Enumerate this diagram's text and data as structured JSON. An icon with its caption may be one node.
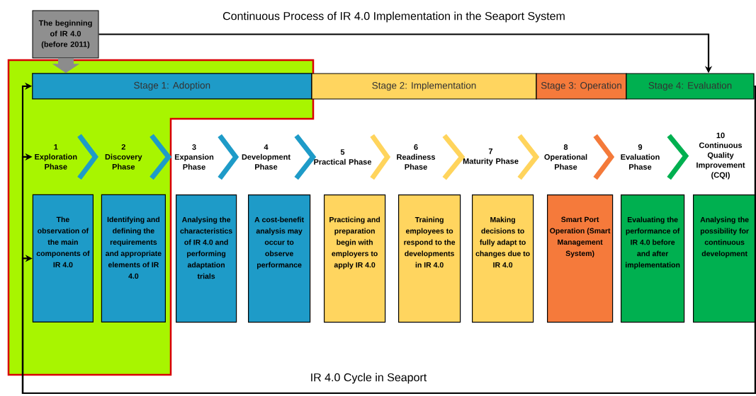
{
  "diagram": {
    "title": "Continuous Process of IR 4.0 Implementation in the Seaport System",
    "caption": "IR 4.0 Cycle in Seaport",
    "nodes": [
      {
        "text": [
          "The beginning of IR 4.0 (before 2011)"
        ]
      },
      {
        "text": [],
        "shape": "box"
      },
      {
        "text": [
          "Stage 1: Adoption"
        ],
        "in": 1
      },
      {
        "text": [
          "Stage 2: Implementation"
        ]
      },
      {
        "text": [
          "Stage 3: Operation"
        ]
      },
      {
        "text": [
          "Stage 4: Evaluation"
        ]
      },
      {
        "text": [
          "1",
          "Exploration Phase"
        ],
        "in": 1
      },
      {
        "text": [
          "2",
          "Discovery Phase"
        ],
        "in": 1
      },
      {
        "text": [
          "3",
          "Expansion Phase"
        ]
      },
      {
        "text": [
          "4",
          "Development Phase"
        ]
      },
      {
        "text": [
          "5",
          "Practical Phase"
        ]
      },
      {
        "text": [
          "6",
          "Readiness Phase"
        ]
      },
      {
        "text": [
          "7",
          "Maturity Phase"
        ]
      },
      {
        "text": [
          "8",
          "Operational Phase"
        ]
      },
      {
        "text": [
          "9",
          "Evaluation Phase"
        ]
      },
      {
        "text": [
          "10",
          "Continuous Quality Improvement (CQI)"
        ]
      },
      {
        "text": [
          "The observation of the main components of IR 4.0"
        ],
        "in": 1
      },
      {
        "text": [
          "Identifying and defining the requirements and appropriate elements of IR 4.0"
        ],
        "in": 1
      },
      {
        "text": [
          "Analysing the characteristics of IR 4.0 and performing adaptation trials"
        ]
      },
      {
        "text": [
          "A cost-benefit analysis may occur to observe performance"
        ]
      },
      {
        "text": [
          "Practicing and preparation begin with employers to apply IR 4.0"
        ]
      },
      {
        "text": [
          "Training employees to respond to the developments in IR 4.0"
        ]
      },
      {
        "text": [
          "Making decisions to fully adapt to changes due to IR 4.0"
        ]
      },
      {
        "text": [
          "Smart Port Operation (Smart Management System)"
        ]
      },
      {
        "text": [
          "Evaluating the performance of IR 4.0 before and after implementation"
        ]
      },
      {
        "text": [
          "Analysing the possibility for continuous development"
        ]
      }
    ],
    "edges": [
      {
        "from": 0,
        "to": 5,
        "arrow": "to"
      },
      {
        "from": 0,
        "to": 2,
        "arrow": "to",
        "style": "thick",
        "color": "#8c8c8c"
      },
      {
        "from": 5,
        "to": 2,
        "arrow": "to"
      },
      {
        "from": 5,
        "to": 6,
        "arrow": "to"
      },
      {
        "from": 5,
        "to": 16,
        "arrow": "to"
      },
      {
        "from": 6,
        "to": 7,
        "arrow": "to",
        "color": "#1e9bc8"
      },
      {
        "from": 7,
        "to": 8,
        "arrow": "to",
        "color": "#1e9bc8"
      },
      {
        "from": 8,
        "to": 9,
        "arrow": "to",
        "color": "#1e9bc8"
      },
      {
        "from": 9,
        "to": 10,
        "arrow": "to",
        "color": "#1e9bc8"
      },
      {
        "from": 10,
        "to": 11,
        "arrow": "to",
        "color": "#ffd45c"
      },
      {
        "from": 11,
        "to": 12,
        "arrow": "to",
        "color": "#ffd45c"
      },
      {
        "from": 12,
        "to": 13,
        "arrow": "to",
        "color": "#ffd45c"
      },
      {
        "from": 13,
        "to": 14,
        "arrow": "to",
        "color": "#f47a3a"
      },
      {
        "from": 14,
        "to": 15,
        "arrow": "to",
        "color": "#00b050"
      }
    ]
  }
}
